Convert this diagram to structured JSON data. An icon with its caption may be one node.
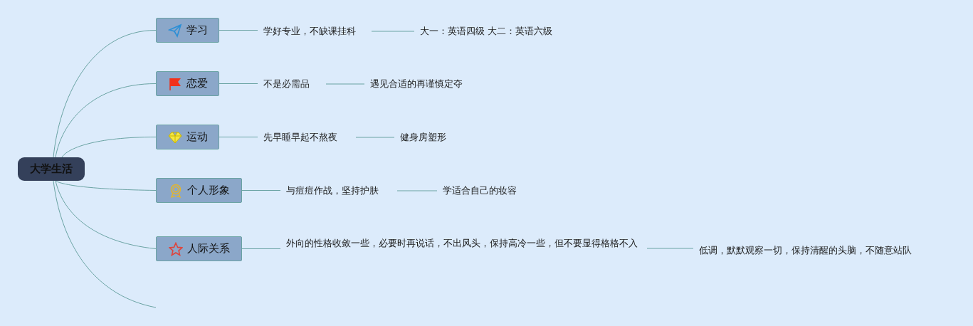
{
  "diagram": {
    "nodes": [
      {
        "text": [
          "大学生活"
        ]
      },
      {
        "text": [
          "学习"
        ]
      },
      {
        "text": [
          "学好专业，不缺课挂科"
        ]
      },
      {
        "text": [
          "大一：英语四级 大二：英语六级"
        ]
      },
      {
        "text": [
          "恋爱"
        ]
      },
      {
        "text": [
          "不是必需品"
        ]
      },
      {
        "text": [
          "遇见合适的再谨慎定夺"
        ]
      },
      {
        "text": [
          "运动"
        ]
      },
      {
        "text": [
          "先早睡早起不熬夜"
        ]
      },
      {
        "text": [
          "健身房塑形"
        ]
      },
      {
        "text": [
          "个人形象"
        ]
      },
      {
        "text": [
          "与痘痘作战，坚持护肤"
        ]
      },
      {
        "text": [
          "学适合自己的妆容"
        ]
      },
      {
        "text": [
          "人际关系"
        ]
      },
      {
        "text": [
          "外向的性格收敛一些，必要时再说话，不出风头，保持高冷一些，但不要显得格格不入"
        ]
      },
      {
        "text": [
          "低调，默默观察一切，保持清醒的头脑，不随意站队"
        ]
      }
    ],
    "edges": [
      {
        "from": 0,
        "to": 1,
        "arrow": "none"
      },
      {
        "from": 0,
        "to": 4,
        "arrow": "none"
      },
      {
        "from": 0,
        "to": 7,
        "arrow": "none"
      },
      {
        "from": 0,
        "to": 10,
        "arrow": "none"
      },
      {
        "from": 0,
        "to": 13,
        "arrow": "none"
      },
      {
        "from": 0,
        "to": null,
        "arrow": "none"
      },
      {
        "from": 1,
        "to": 2,
        "arrow": "none"
      },
      {
        "from": 2,
        "to": 3,
        "arrow": "none"
      },
      {
        "from": 4,
        "to": 5,
        "arrow": "none"
      },
      {
        "from": 5,
        "to": 6,
        "arrow": "none"
      },
      {
        "from": 7,
        "to": 8,
        "arrow": "none"
      },
      {
        "from": 8,
        "to": 9,
        "arrow": "none"
      },
      {
        "from": 10,
        "to": 11,
        "arrow": "none"
      },
      {
        "from": 11,
        "to": 12,
        "arrow": "none"
      },
      {
        "from": 13,
        "to": 14,
        "arrow": "none"
      },
      {
        "from": 14,
        "to": 15,
        "arrow": "none"
      }
    ]
  }
}
